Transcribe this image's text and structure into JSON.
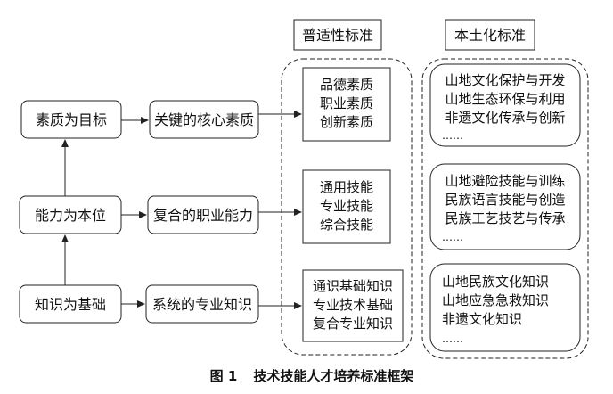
{
  "header_labels": {
    "universal": "普适性标准",
    "localized": "本土化标准"
  },
  "left_nodes": {
    "quality": "素质为目标",
    "ability": "能力为本位",
    "knowledge": "知识为基础"
  },
  "middle_nodes": {
    "core_quality": "关键的核心素质",
    "composite_ability": "复合的职业能力",
    "systematic_knowledge": "系统的专业知识"
  },
  "universal_boxes": {
    "quality": [
      "品德素质",
      "职业素质",
      "创新素质"
    ],
    "skills": [
      "通用技能",
      "专业技能",
      "综合技能"
    ],
    "knowledge": [
      "通识基础知识",
      "专业技术基础",
      "复合专业知识"
    ]
  },
  "localized_boxes": {
    "quality": [
      "山地文化保护与开发",
      "山地生态环保与利用",
      "非遗文化传承与创新",
      "……"
    ],
    "skills": [
      "山地避险技能与训练",
      "民族语言技能与创造",
      "民族工艺技艺与传承",
      "……"
    ],
    "knowledge": [
      "山地民族文化知识",
      "山地应急急救知识",
      "非遗文化知识",
      "……"
    ]
  },
  "caption": {
    "figure_label": "图 1",
    "title": "技术技能人才培养标准框架"
  },
  "colors": {
    "stroke": "#222222",
    "text": "#111111",
    "background": "#ffffff"
  }
}
